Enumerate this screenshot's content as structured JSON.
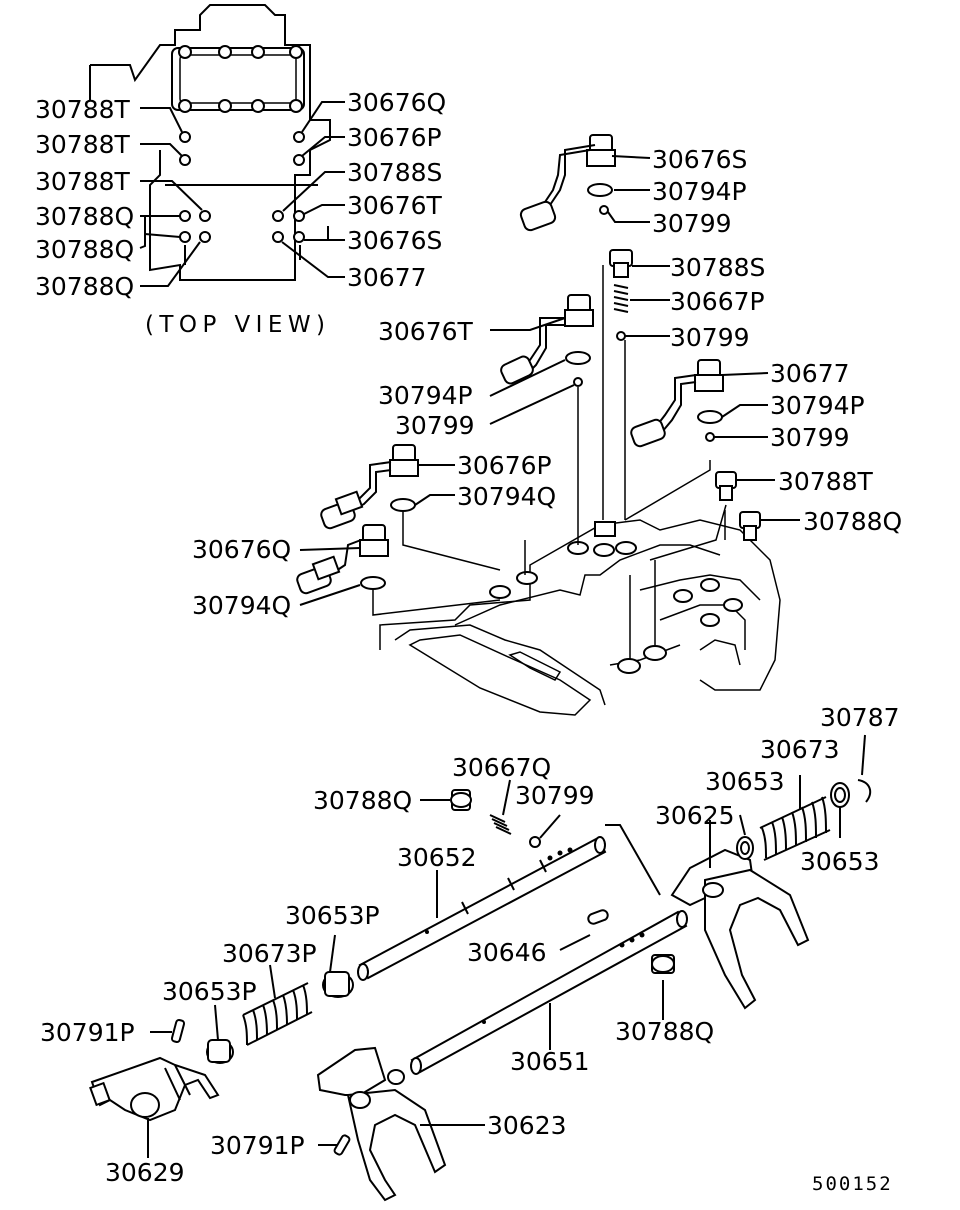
{
  "top_view": {
    "caption": "(TOP VIEW)",
    "left_labels": [
      "30788T",
      "30788T",
      "30788T",
      "30788Q",
      "30788Q",
      "30788Q"
    ],
    "right_labels": [
      "30676Q",
      "30676P",
      "30788S",
      "30676T",
      "30676S",
      "30677"
    ]
  },
  "labels": {
    "s_30676S": "30676S",
    "s_30794P_a": "30794P",
    "s_30799_a": "30799",
    "s_30788S": "30788S",
    "s_30667P": "30667P",
    "s_30799_b": "30799",
    "s_30676T": "30676T",
    "s_30794P_b": "30794P",
    "s_30799_c": "30799",
    "s_30677": "30677",
    "s_30794P_c": "30794P",
    "s_30799_d": "30799",
    "s_30676P": "30676P",
    "s_30794Q_a": "30794Q",
    "s_30788T": "30788T",
    "s_30788Q_a": "30788Q",
    "s_30676Q": "30676Q",
    "s_30794Q_b": "30794Q",
    "s_30787": "30787",
    "s_30673": "30673",
    "s_30667Q": "30667Q",
    "s_30653_a": "30653",
    "s_30788Q_b": "30788Q",
    "s_30799_e": "30799",
    "s_30625": "30625",
    "s_30652": "30652",
    "s_30653_b": "30653",
    "s_30653P_a": "30653P",
    "s_30673P": "30673P",
    "s_30646": "30646",
    "s_30653P_b": "30653P",
    "s_30788Q_c": "30788Q",
    "s_30791P_a": "30791P",
    "s_30651": "30651",
    "s_30623": "30623",
    "s_30629": "30629",
    "s_30791P_b": "30791P"
  },
  "diagram_code": "500152"
}
